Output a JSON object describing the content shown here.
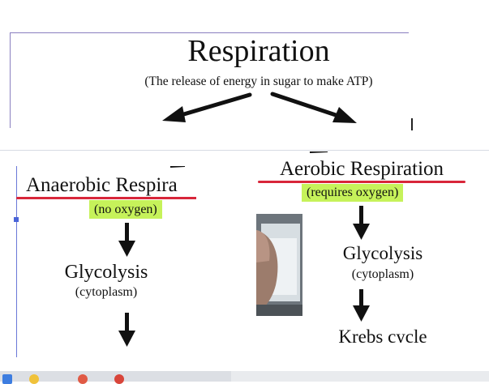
{
  "slide_top": {
    "title": "Respiration",
    "subtitle": "(The release of energy in sugar to make ATP)"
  },
  "anaerobic": {
    "title": "Anaerobic Respira",
    "tag": "(no oxygen)",
    "step1": "Glycolysis",
    "step1_location": "(cytoplasm)"
  },
  "aerobic": {
    "title": "Aerobic Respiration",
    "tag": "(requires oxygen)",
    "step1": "Glycolysis",
    "step1_location": "(cytoplasm)",
    "step2": "Krebs cycle"
  },
  "colors": {
    "underline": "#d8263a",
    "highlight": "#c6f25a",
    "selection_edge": "#6b78d8"
  },
  "taskbar_icons": [
    "blue-app-icon",
    "yellow-app-icon",
    "red-app-icon",
    "red-app-icon-2"
  ]
}
